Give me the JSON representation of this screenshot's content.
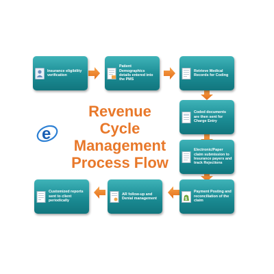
{
  "title": {
    "line1": "Revenue Cycle",
    "line2": "Management",
    "line3": "Process Flow"
  },
  "steps": [
    {
      "label": "Insurance eligibility verification",
      "icon": "user-card-icon"
    },
    {
      "label": "Patient Demographics details entered into the PMS",
      "icon": "document-icon"
    },
    {
      "label": "Retrieve Medical Records for Coding",
      "icon": "document-icon"
    },
    {
      "label": "Coded documents are then sent for Charge Entry",
      "icon": "document-icon"
    },
    {
      "label": "Electronic/Paper claim submission to Insurance payers and track Rejections",
      "icon": "document-icon"
    },
    {
      "label": "Payment Posting and reconciliation of the claim",
      "icon": "money-bag-icon"
    },
    {
      "label": "AR follow-up and Denial management",
      "icon": "document-icon"
    },
    {
      "label": "Customized reports sent to client periodically",
      "icon": "document-icon"
    }
  ],
  "colors": {
    "box": "#1b8c94",
    "arrow": "#f08a2c",
    "title": "#e8782a",
    "logo_blue": "#1a5fb4"
  }
}
